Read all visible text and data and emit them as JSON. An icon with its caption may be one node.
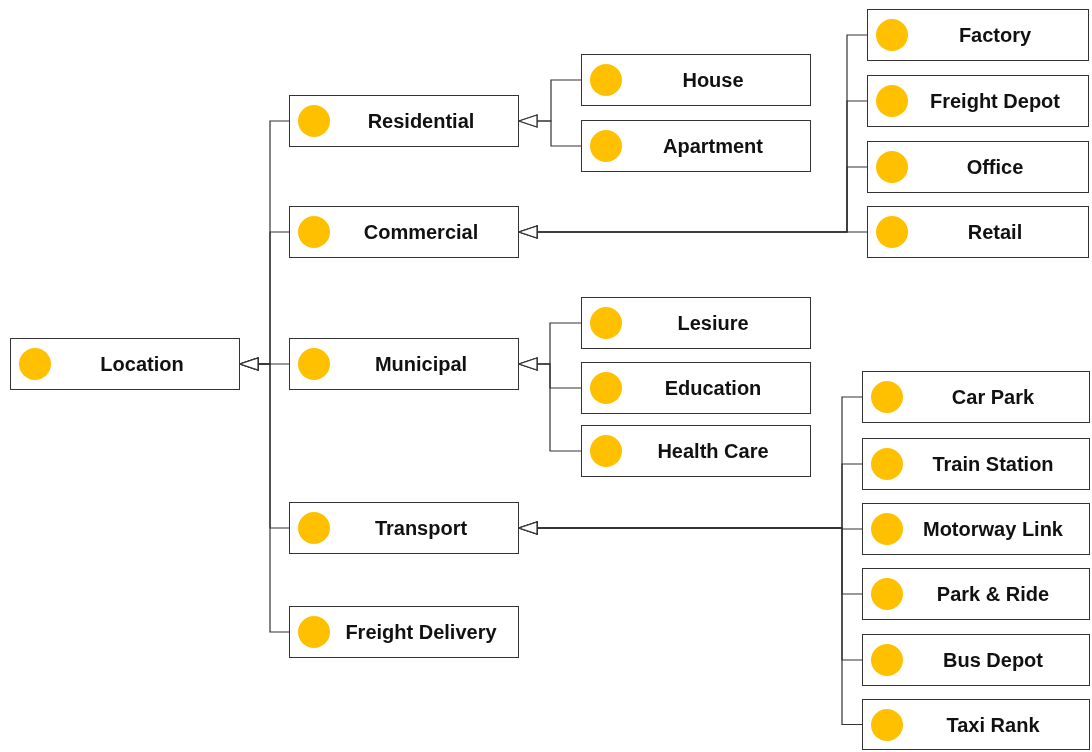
{
  "diagram": {
    "nodes": [
      {
        "text": [
          "Location"
        ]
      },
      {
        "text": [
          "Residential"
        ]
      },
      {
        "text": [
          "Commercial"
        ]
      },
      {
        "text": [
          "Municipal"
        ]
      },
      {
        "text": [
          "Transport"
        ]
      },
      {
        "text": [
          "Freight Delivery"
        ]
      },
      {
        "text": [
          "House"
        ]
      },
      {
        "text": [
          "Apartment"
        ]
      },
      {
        "text": [
          "Factory"
        ]
      },
      {
        "text": [
          "Freight Depot"
        ]
      },
      {
        "text": [
          "Office"
        ]
      },
      {
        "text": [
          "Retail"
        ]
      },
      {
        "text": [
          "Lesiure"
        ]
      },
      {
        "text": [
          "Education"
        ]
      },
      {
        "text": [
          "Health Care"
        ]
      },
      {
        "text": [
          "Car Park"
        ]
      },
      {
        "text": [
          "Train Station"
        ]
      },
      {
        "text": [
          "Motorway Link"
        ]
      },
      {
        "text": [
          "Park & Ride"
        ]
      },
      {
        "text": [
          "Bus Depot"
        ]
      },
      {
        "text": [
          "Taxi Rank"
        ]
      }
    ],
    "edges": [
      {
        "from": 1,
        "to": 0,
        "arrow": "to"
      },
      {
        "from": 2,
        "to": 0,
        "arrow": "to"
      },
      {
        "from": 3,
        "to": 0,
        "arrow": "to"
      },
      {
        "from": 4,
        "to": 0,
        "arrow": "to"
      },
      {
        "from": 5,
        "to": 0,
        "arrow": "to"
      },
      {
        "from": 6,
        "to": 1,
        "arrow": "to"
      },
      {
        "from": 7,
        "to": 1,
        "arrow": "to"
      },
      {
        "from": 8,
        "to": 2,
        "arrow": "to"
      },
      {
        "from": 9,
        "to": 2,
        "arrow": "to"
      },
      {
        "from": 10,
        "to": 2,
        "arrow": "to"
      },
      {
        "from": 11,
        "to": 2,
        "arrow": "to"
      },
      {
        "from": 12,
        "to": 3,
        "arrow": "to"
      },
      {
        "from": 13,
        "to": 3,
        "arrow": "to"
      },
      {
        "from": 14,
        "to": 3,
        "arrow": "to"
      },
      {
        "from": 15,
        "to": 4,
        "arrow": "to"
      },
      {
        "from": 16,
        "to": 4,
        "arrow": "to"
      },
      {
        "from": 17,
        "to": 4,
        "arrow": "to"
      },
      {
        "from": 18,
        "to": 4,
        "arrow": "to"
      },
      {
        "from": 19,
        "to": 4,
        "arrow": "to"
      },
      {
        "from": 20,
        "to": 4,
        "arrow": "to"
      }
    ]
  }
}
